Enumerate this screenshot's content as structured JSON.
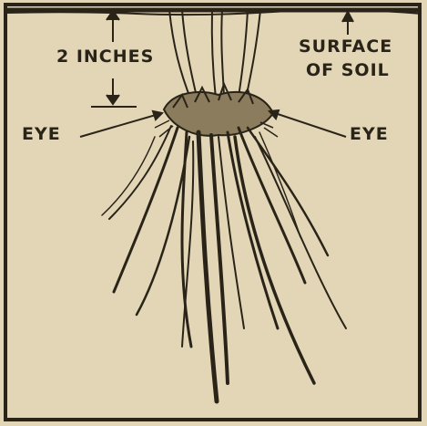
{
  "labels": {
    "depth": "2 INCHES",
    "surface_line1": "SURFACE",
    "surface_line2": "OF SOIL",
    "eye_left": "EYE",
    "eye_right": "EYE"
  },
  "colors": {
    "background": "#e2d6b7",
    "ink": "#2a2418"
  }
}
